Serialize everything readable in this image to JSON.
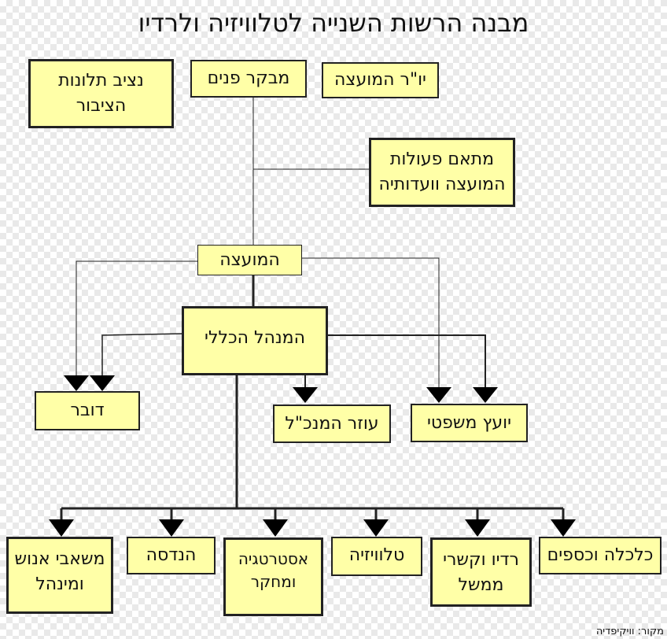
{
  "title": "מבנה הרשות השנייה לטלוויזיה ולרדיו",
  "nodes": {
    "ombudsman": "נציב תלונות הציבור",
    "internal_auditor": "מבקר פנים",
    "council_chair": "יו\"ר המועצה",
    "coordinator": "מתאם פעולות המועצה וועדותיה",
    "council": "המועצה",
    "director_general": "המנהל הכללי",
    "spokesperson": "דובר",
    "assistant_dg": "עוזר המנכ\"ל",
    "legal_advisor": "יועץ משפטי",
    "human_resources": "משאבי אנוש ומינהל",
    "engineering": "הנדסה",
    "strategy_research": "אסטרטגיה ומחקר",
    "television": "טלוויזיה",
    "radio_gov_relations": "רדיו וקשרי ממשל",
    "finance": "כלכלה וכספים"
  },
  "source": "מקור: וויקיפדיה"
}
